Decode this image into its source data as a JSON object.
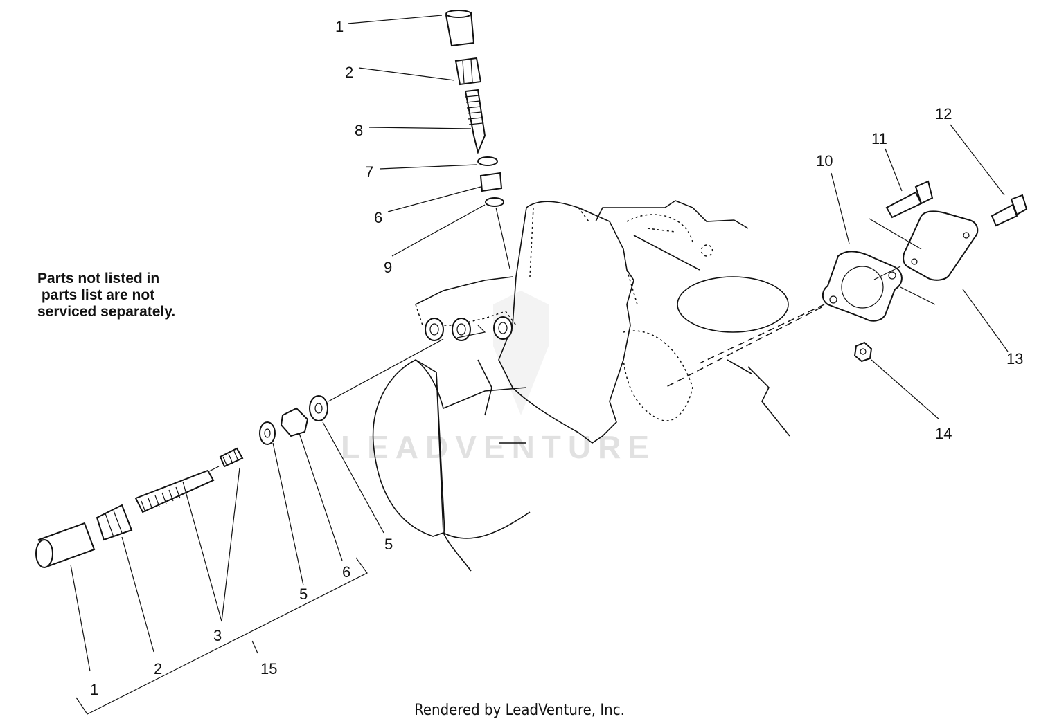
{
  "note": "Parts not listed in\n parts list are not\nserviced separately.",
  "credit": "Rendered by LeadVenture, Inc.",
  "watermark": "LEADVENTURE",
  "callouts": [
    {
      "id": "c-1-top",
      "label": "1"
    },
    {
      "id": "c-2-top",
      "label": "2"
    },
    {
      "id": "c-8",
      "label": "8"
    },
    {
      "id": "c-7",
      "label": "7"
    },
    {
      "id": "c-6-top",
      "label": "6"
    },
    {
      "id": "c-9",
      "label": "9"
    },
    {
      "id": "c-10",
      "label": "10"
    },
    {
      "id": "c-11",
      "label": "11"
    },
    {
      "id": "c-12",
      "label": "12"
    },
    {
      "id": "c-13",
      "label": "13"
    },
    {
      "id": "c-14",
      "label": "14"
    },
    {
      "id": "c-5-right",
      "label": "5"
    },
    {
      "id": "c-6-bottom",
      "label": "6"
    },
    {
      "id": "c-5-bottom",
      "label": "5"
    },
    {
      "id": "c-3",
      "label": "3"
    },
    {
      "id": "c-15",
      "label": "15"
    },
    {
      "id": "c-2-bottom",
      "label": "2"
    },
    {
      "id": "c-1-bottom",
      "label": "1"
    }
  ]
}
